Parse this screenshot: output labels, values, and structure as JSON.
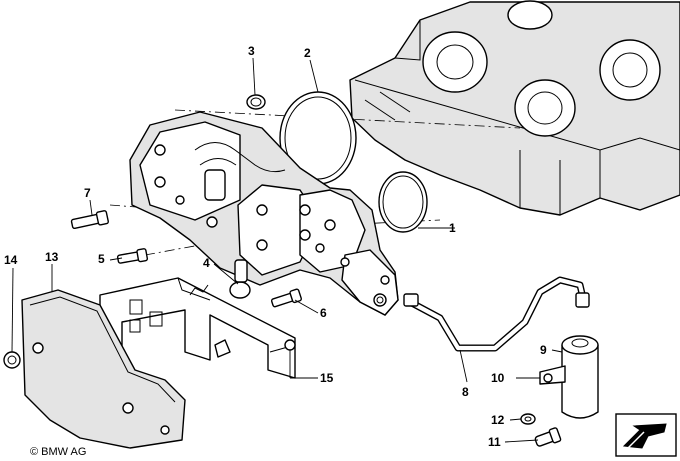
{
  "callouts": [
    {
      "id": "c1",
      "label": "1"
    },
    {
      "id": "c2",
      "label": "2"
    },
    {
      "id": "c3",
      "label": "3"
    },
    {
      "id": "c4",
      "label": "4"
    },
    {
      "id": "c5",
      "label": "5"
    },
    {
      "id": "c6",
      "label": "6"
    },
    {
      "id": "c7",
      "label": "7"
    },
    {
      "id": "c8",
      "label": "8"
    },
    {
      "id": "c9",
      "label": "9"
    },
    {
      "id": "c10",
      "label": "10"
    },
    {
      "id": "c11",
      "label": "11"
    },
    {
      "id": "c12",
      "label": "12"
    },
    {
      "id": "c13",
      "label": "13"
    },
    {
      "id": "c14",
      "label": "14"
    },
    {
      "id": "c15",
      "label": "15"
    }
  ],
  "copyright": "© BMW AG"
}
